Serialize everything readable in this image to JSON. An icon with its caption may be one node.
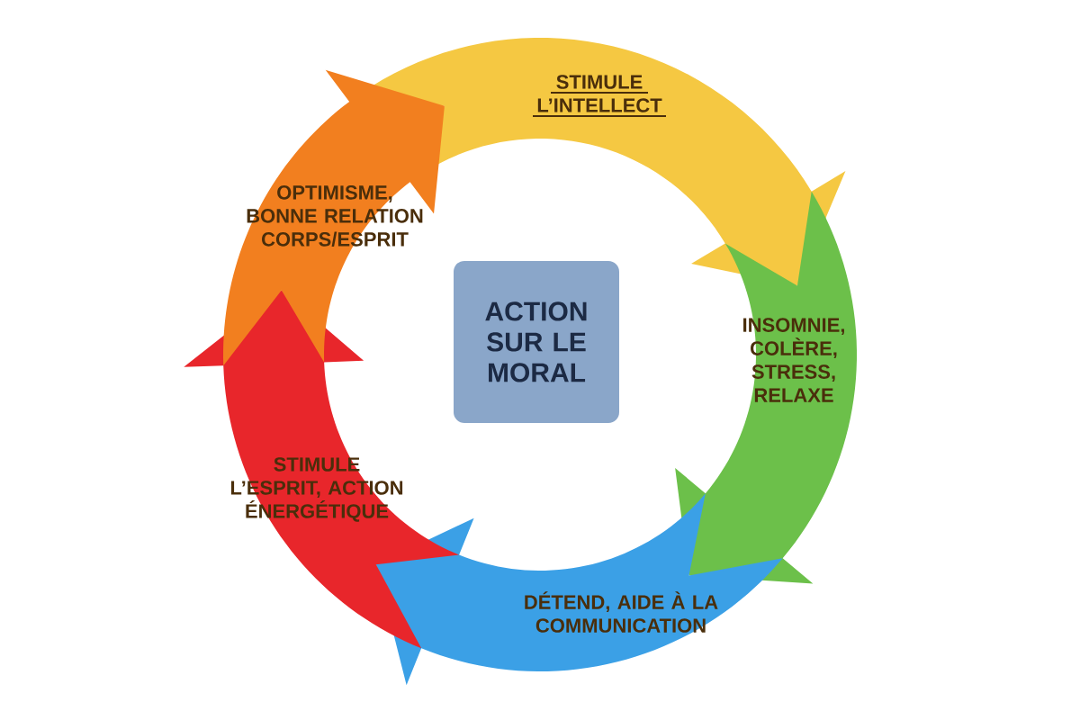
{
  "diagram": {
    "nodes": [
      {
        "text": [
          "ACTION SUR LE MORAL"
        ]
      },
      {
        "text": [
          "STIMULE L’INTELLECT"
        ]
      },
      {
        "text": [
          "INSOMNIE, COLÈRE, STRESS, RELAXE"
        ]
      },
      {
        "text": [
          "DÉTEND, AIDE À LA COMMUNICATION"
        ]
      },
      {
        "text": [
          "STIMULE L’ESPRIT, ACTION ÉNERGÉTIQUE"
        ]
      },
      {
        "text": [
          "OPTIMISME, BONNE RELATION CORPS/ESPRIT"
        ]
      }
    ]
  }
}
